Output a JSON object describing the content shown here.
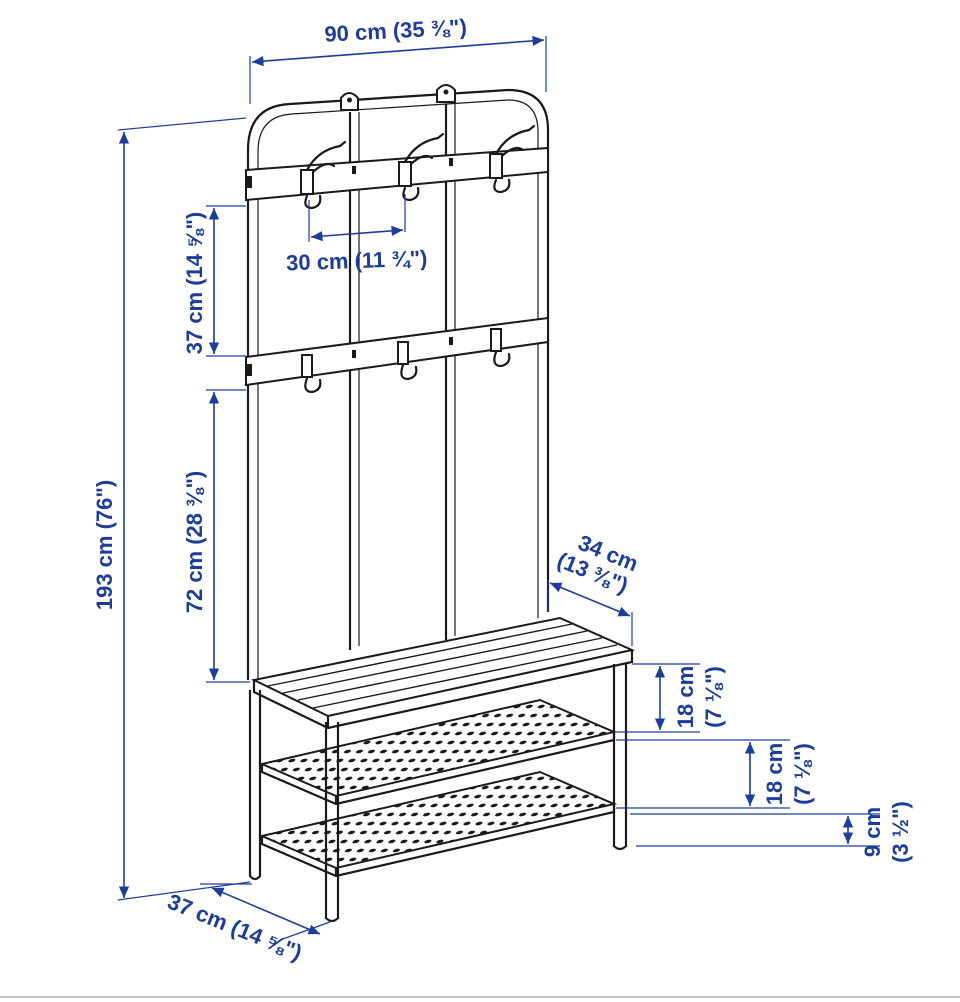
{
  "dimensions": {
    "width_total": "90 cm (35 ⅜\")",
    "hook_spacing": "30 cm (11 ¾\")",
    "upper_height": "37 cm (14 ⅝\")",
    "middle_height": "72 cm (28 ⅜\")",
    "total_height": "193 cm (76\")",
    "bench_depth_line1": "34 cm",
    "bench_depth_line2": "(13 ⅜\")",
    "shelf_gap1_line1": "18 cm",
    "shelf_gap1_line2": "(7 ⅛\")",
    "shelf_gap2_line1": "18 cm",
    "shelf_gap2_line2": "(7 ⅛\")",
    "floor_gap_line1": "9 cm",
    "floor_gap_line2": "(3 ½\")",
    "depth_total": "37 cm (14 ⅝\")"
  },
  "colors": {
    "dimension": "#1e3d9a",
    "outline": "#1a1a1a",
    "background": "#ffffff"
  }
}
